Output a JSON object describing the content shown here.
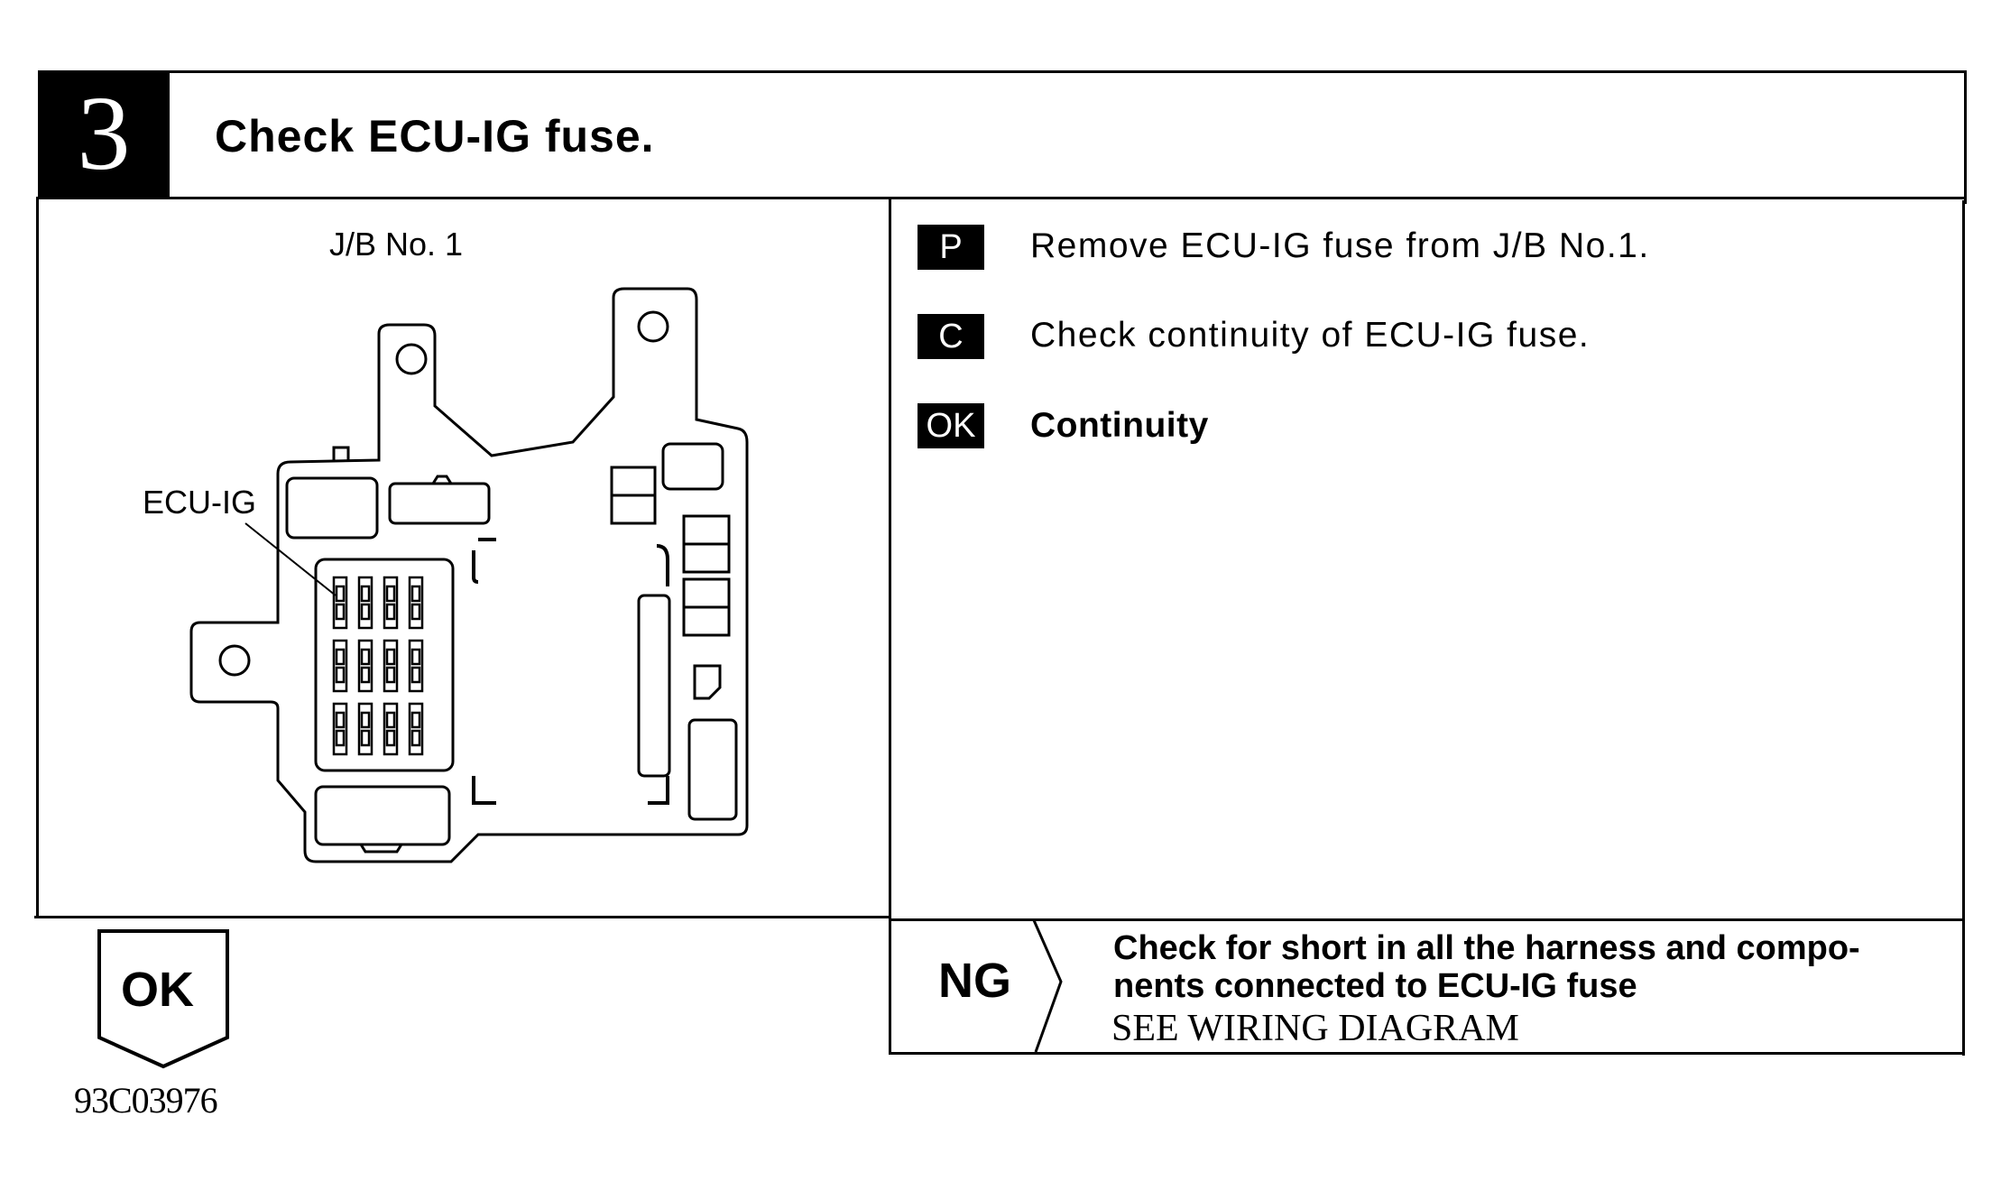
{
  "header": {
    "step_number": "3",
    "title": "Check ECU-IG fuse."
  },
  "diagram": {
    "caption": "J/B No. 1",
    "callout_label": "ECU-IG"
  },
  "instructions": [
    {
      "badge": "P",
      "text": "Remove ECU-IG fuse from J/B No.1."
    },
    {
      "badge": "C",
      "text": "Check continuity of ECU-IG fuse."
    },
    {
      "badge": "OK",
      "text": "Continuity"
    }
  ],
  "ng_branch": {
    "label": "NG",
    "line1": "Check for short in all the harness and compo-",
    "line2": "nents connected to ECU-IG fuse",
    "line3": "SEE WIRING DIAGRAM"
  },
  "ok_branch": {
    "label": "OK"
  },
  "figure_code": "93C03976"
}
